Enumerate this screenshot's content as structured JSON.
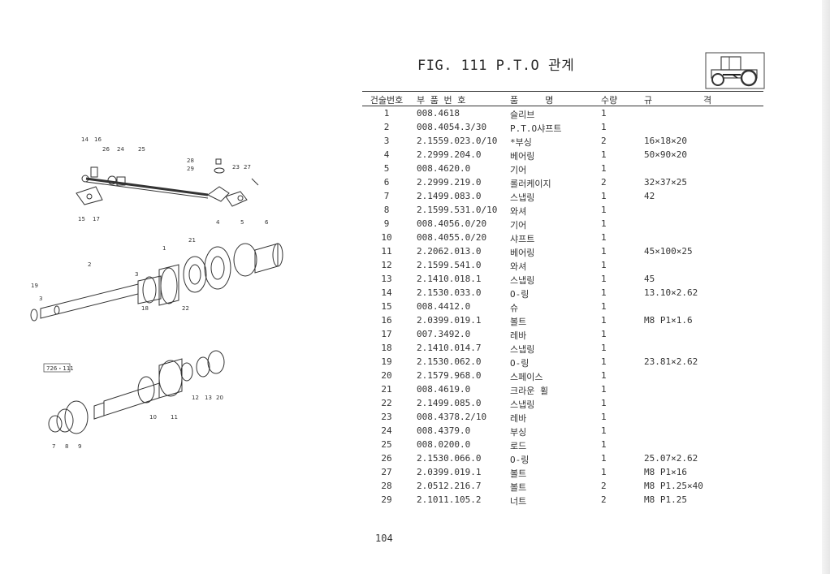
{
  "title": "FIG. 111 P.T.O 관계",
  "figure_code": "726・111",
  "page_number": "104",
  "table": {
    "headers": {
      "no": "건술번호",
      "part_no": "부 품 번 호",
      "name": "품     명",
      "qty": "수량",
      "spec_1": "규",
      "spec_2": "격"
    },
    "rows": [
      {
        "no": "1",
        "part_no": "008.4618",
        "name": "슬리브",
        "qty": "1",
        "spec": ""
      },
      {
        "no": "2",
        "part_no": "008.4054.3/30",
        "name": "P.T.O샤프트",
        "qty": "1",
        "spec": ""
      },
      {
        "no": "3",
        "part_no": "2.1559.023.0/10",
        "name": "*부싱",
        "qty": "2",
        "spec": "16×18×20"
      },
      {
        "no": "4",
        "part_no": "2.2999.204.0",
        "name": "베어링",
        "qty": "1",
        "spec": "50×90×20"
      },
      {
        "no": "5",
        "part_no": "008.4620.0",
        "name": "기어",
        "qty": "1",
        "spec": ""
      },
      {
        "no": "6",
        "part_no": "2.2999.219.0",
        "name": "롤러케이지",
        "qty": "2",
        "spec": "32×37×25"
      },
      {
        "no": "7",
        "part_no": "2.1499.083.0",
        "name": "스냅링",
        "qty": "1",
        "spec": "42"
      },
      {
        "no": "8",
        "part_no": "2.1599.531.0/10",
        "name": "와셔",
        "qty": "1",
        "spec": ""
      },
      {
        "no": "9",
        "part_no": "008.4056.0/20",
        "name": "기어",
        "qty": "1",
        "spec": ""
      },
      {
        "no": "10",
        "part_no": "008.4055.0/20",
        "name": "샤프트",
        "qty": "1",
        "spec": ""
      },
      {
        "no": "11",
        "part_no": "2.2062.013.0",
        "name": "베어링",
        "qty": "1",
        "spec": "45×100×25"
      },
      {
        "no": "12",
        "part_no": "2.1599.541.0",
        "name": "와셔",
        "qty": "1",
        "spec": ""
      },
      {
        "no": "13",
        "part_no": "2.1410.018.1",
        "name": "스냅링",
        "qty": "1",
        "spec": "45"
      },
      {
        "no": "14",
        "part_no": "2.1530.033.0",
        "name": "O-링",
        "qty": "1",
        "spec": "13.10×2.62"
      },
      {
        "no": "15",
        "part_no": "008.4412.0",
        "name": "슈",
        "qty": "1",
        "spec": ""
      },
      {
        "no": "16",
        "part_no": "2.0399.019.1",
        "name": "볼트",
        "qty": "1",
        "spec": "M8 P1×1.6"
      },
      {
        "no": "17",
        "part_no": "007.3492.0",
        "name": "레바",
        "qty": "1",
        "spec": ""
      },
      {
        "no": "18",
        "part_no": "2.1410.014.7",
        "name": "스냅링",
        "qty": "1",
        "spec": ""
      },
      {
        "no": "19",
        "part_no": "2.1530.062.0",
        "name": "O-링",
        "qty": "1",
        "spec": "23.81×2.62"
      },
      {
        "no": "20",
        "part_no": "2.1579.968.0",
        "name": "스페이스",
        "qty": "1",
        "spec": ""
      },
      {
        "no": "21",
        "part_no": "008.4619.0",
        "name": "크라운 휠",
        "qty": "1",
        "spec": ""
      },
      {
        "no": "22",
        "part_no": "2.1499.085.0",
        "name": "스냅링",
        "qty": "1",
        "spec": ""
      },
      {
        "no": "23",
        "part_no": "008.4378.2/10",
        "name": "레바",
        "qty": "1",
        "spec": ""
      },
      {
        "no": "24",
        "part_no": "008.4379.0",
        "name": "부싱",
        "qty": "1",
        "spec": ""
      },
      {
        "no": "25",
        "part_no": "008.0200.0",
        "name": "로드",
        "qty": "1",
        "spec": ""
      },
      {
        "no": "26",
        "part_no": "2.1530.066.0",
        "name": "O-링",
        "qty": "1",
        "spec": "25.07×2.62"
      },
      {
        "no": "27",
        "part_no": "2.0399.019.1",
        "name": "볼트",
        "qty": "1",
        "spec": "M8 P1×16"
      },
      {
        "no": "28",
        "part_no": "2.0512.216.7",
        "name": "볼트",
        "qty": "2",
        "spec": "M8 P1.25×40"
      },
      {
        "no": "29",
        "part_no": "2.1011.105.2",
        "name": "너트",
        "qty": "2",
        "spec": "M8 P1.25"
      }
    ]
  },
  "callouts": {
    "top": [
      "14",
      "16",
      "26",
      "24",
      "25",
      "28",
      "29",
      "23",
      "27",
      "15",
      "17"
    ],
    "middle": [
      "4",
      "5",
      "6",
      "1",
      "21",
      "2",
      "3",
      "19",
      "3",
      "18",
      "22"
    ],
    "bottom": [
      "12",
      "13",
      "20",
      "10",
      "11",
      "7",
      "8",
      "9"
    ]
  }
}
